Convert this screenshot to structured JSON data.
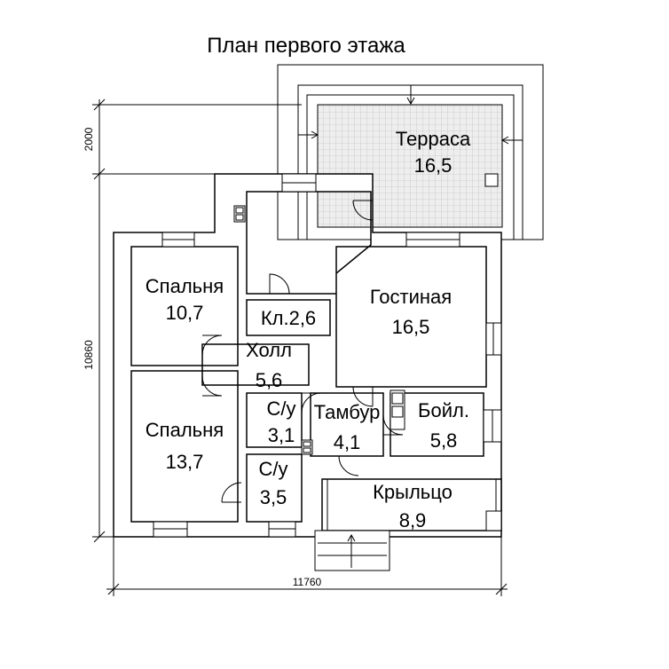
{
  "title": "План первого этажа",
  "dimensions": {
    "terrace_depth": "2000",
    "total_height": "10860",
    "total_width": "11760"
  },
  "rooms": {
    "terrace": {
      "name": "Терраса",
      "area": "16,5"
    },
    "bedroom1": {
      "name": "Спальня",
      "area": "10,7"
    },
    "closet": {
      "label": "Кл.2,6"
    },
    "living": {
      "name": "Гостиная",
      "area": "16,5"
    },
    "hall": {
      "name": "Холл",
      "area": "5,6"
    },
    "bath1": {
      "name": "С/у",
      "area": "3,1"
    },
    "vestibule": {
      "name": "Тамбур",
      "area": "4,1"
    },
    "boiler": {
      "name": "Бойл.",
      "area": "5,8"
    },
    "bedroom2": {
      "name": "Спальня",
      "area": "13,7"
    },
    "bath2": {
      "name": "С/у",
      "area": "3,5"
    },
    "porch": {
      "name": "Крыльцо",
      "area": "8,9"
    }
  },
  "colors": {
    "wall_fill": "#ffffff",
    "line": "#000000",
    "terrace_tile": "#e8e8e8"
  }
}
